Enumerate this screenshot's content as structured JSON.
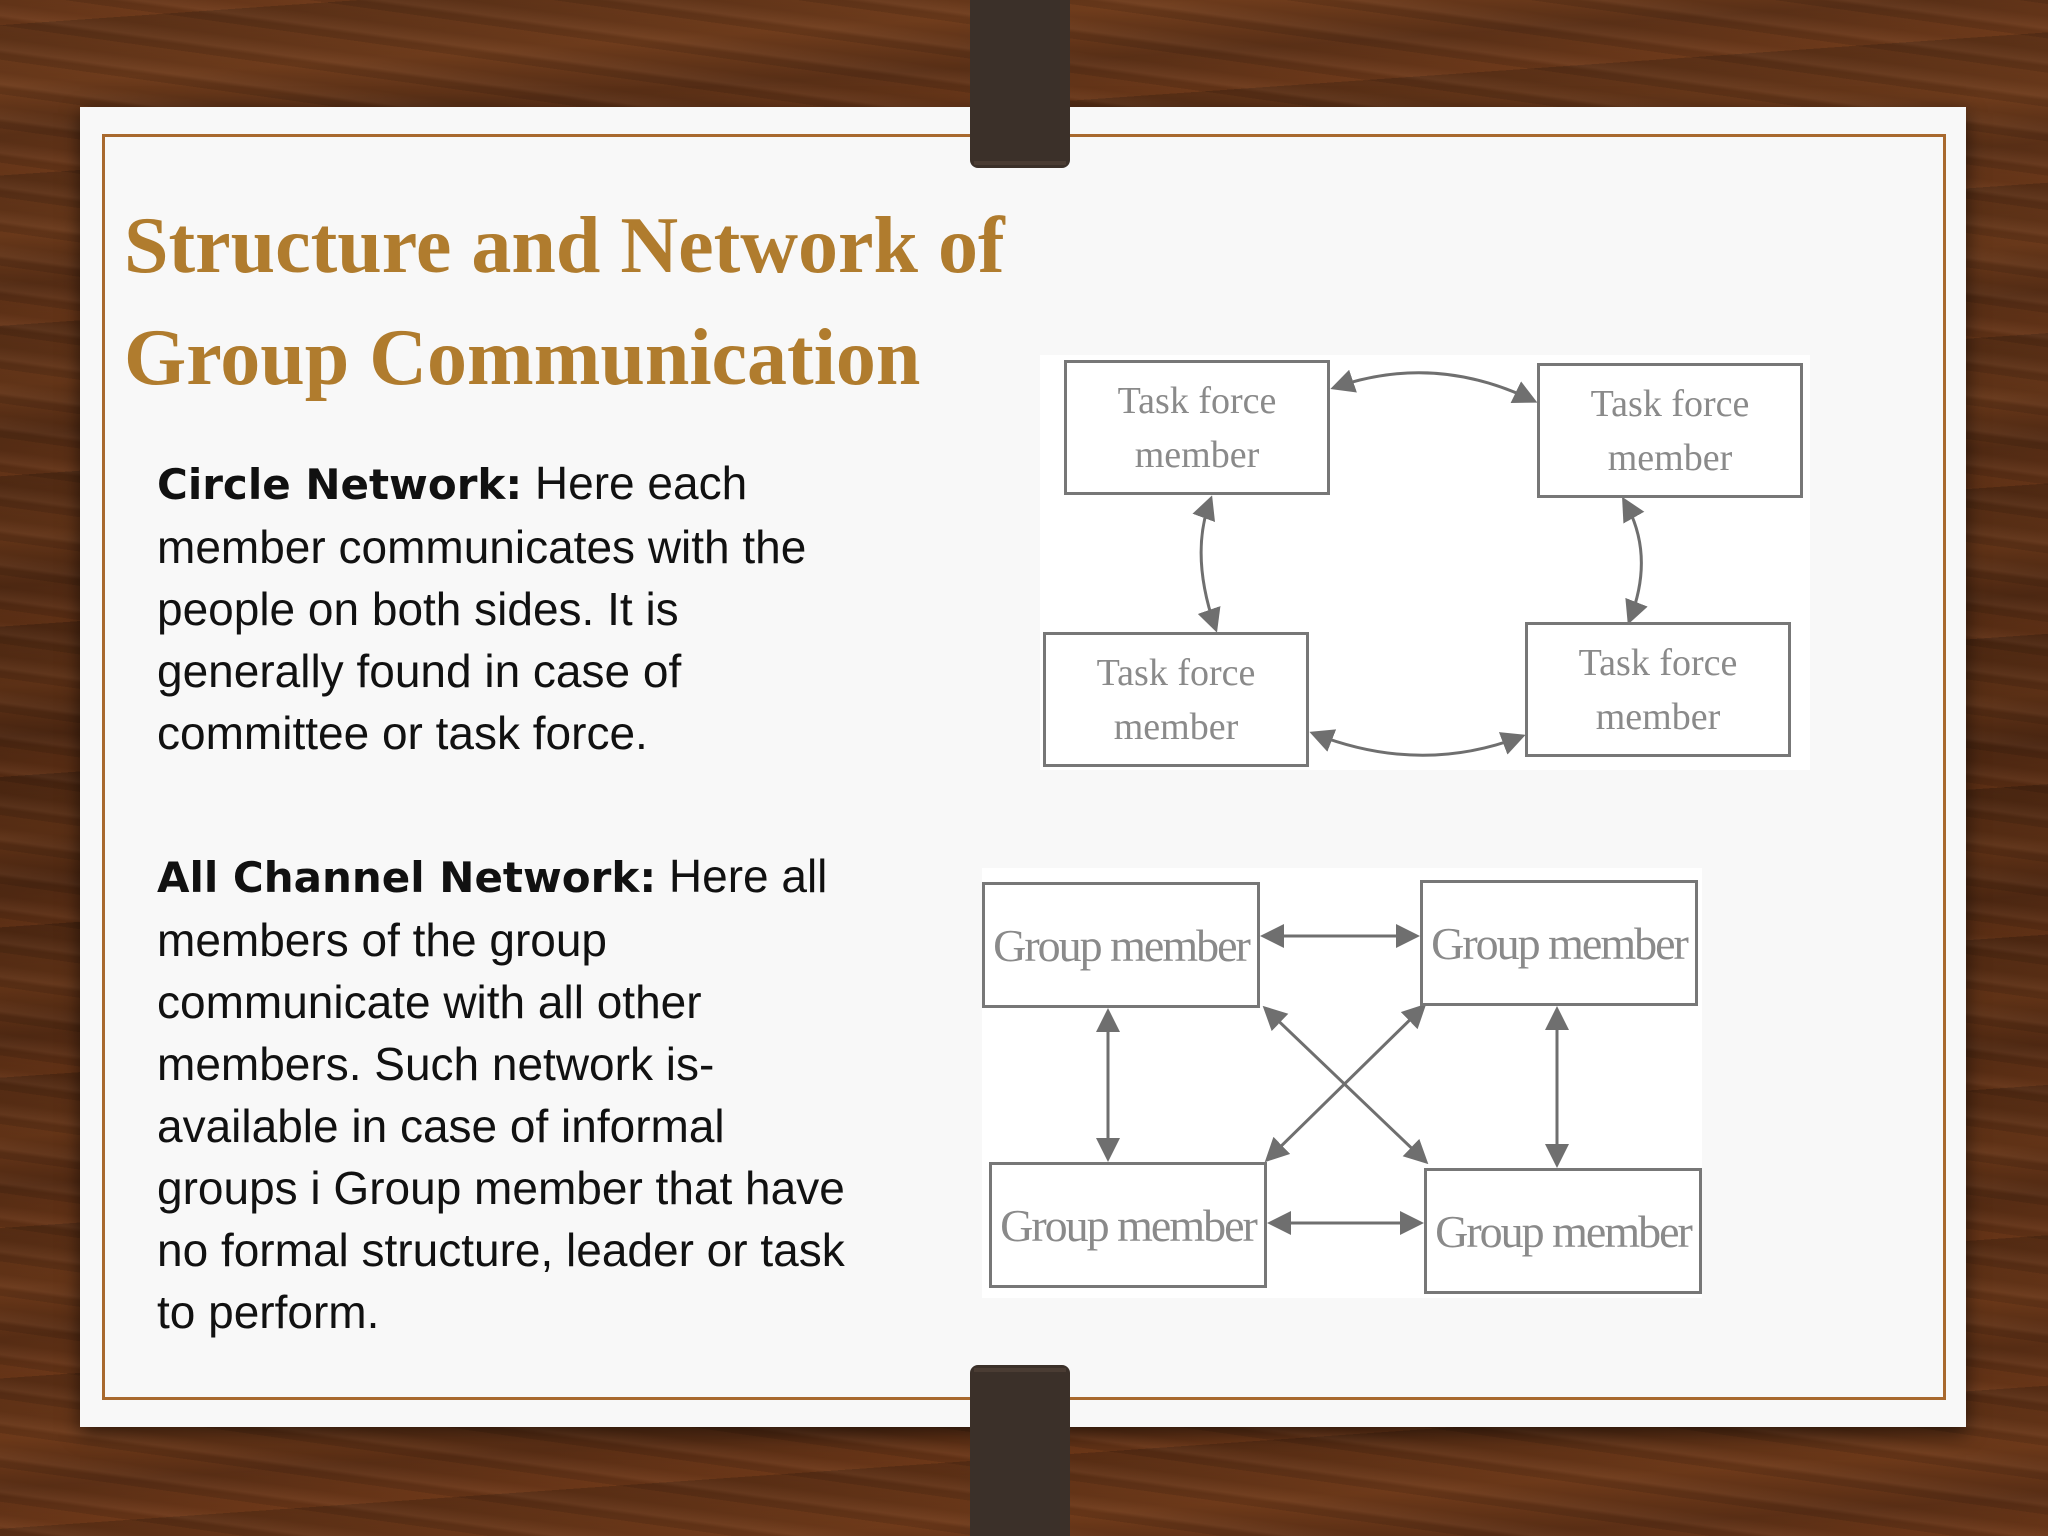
{
  "slide": {
    "title": "Structure and Network of Group Communication",
    "sections": [
      {
        "term": "Circle Network",
        "separator": ":",
        "text": " Here each member communicates with the people on both sides. It is generally found in case of committee or task force."
      },
      {
        "term": "All Channel Network",
        "separator": ":",
        "text": " Here all members of the group communicate with all other members. Such network is-available in case of informal groups i Group member that have no formal structure, leader or task to perform."
      }
    ]
  },
  "diagrams": {
    "circle_network": {
      "nodes": [
        "Task force member",
        "Task force member",
        "Task force member",
        "Task force member"
      ]
    },
    "all_channel_network": {
      "nodes": [
        "Group member",
        "Group member",
        "Group member",
        "Group member"
      ]
    }
  },
  "colors": {
    "title": "#b07c2e",
    "frame": "#a8692e",
    "card": "#f8f8f8",
    "clip": "#3b3029",
    "wood": "#5a2f17"
  }
}
